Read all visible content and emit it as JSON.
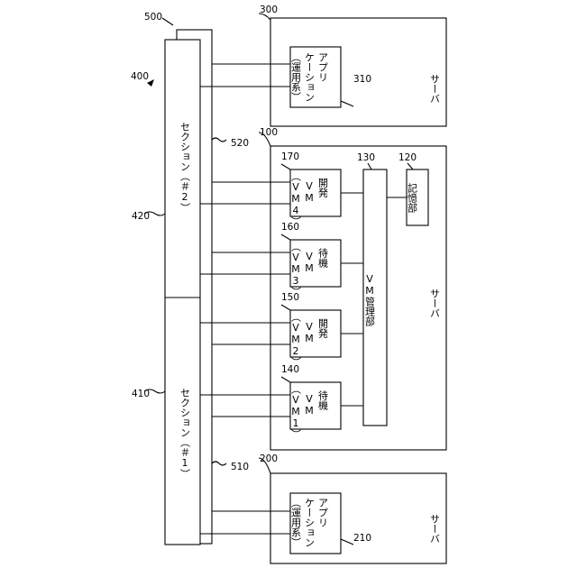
{
  "references": {
    "network": "500",
    "system": "400",
    "section1": "410",
    "section2": "420",
    "section1_lines": "510",
    "section2_lines": "520",
    "server_top": "300",
    "server_mid": "100",
    "server_bottom": "200",
    "app_top": "310",
    "app_bottom": "210",
    "vm_manager": "130",
    "storage": "120",
    "vm1": "140",
    "vm2": "150",
    "vm3": "160",
    "vm4": "170"
  },
  "section1_label": "セクション（＃1）",
  "section2_label": "セクション（＃2）",
  "server_label": "サーバ",
  "app_label": {
    "line1": "アプリ",
    "line2": "ケーション",
    "line3": "（運用系）"
  },
  "vm_manager_label": "VM管理部",
  "storage_label": "記憶部",
  "vms": {
    "vm1": {
      "role": "待機",
      "vm": "VM",
      "id": "（VM1）"
    },
    "vm2": {
      "role": "開発",
      "vm": "VM",
      "id": "（VM2）"
    },
    "vm3": {
      "role": "待機",
      "vm": "VM",
      "id": "（VM3）"
    },
    "vm4": {
      "role": "開発",
      "vm": "VM",
      "id": "（VM4）"
    }
  }
}
